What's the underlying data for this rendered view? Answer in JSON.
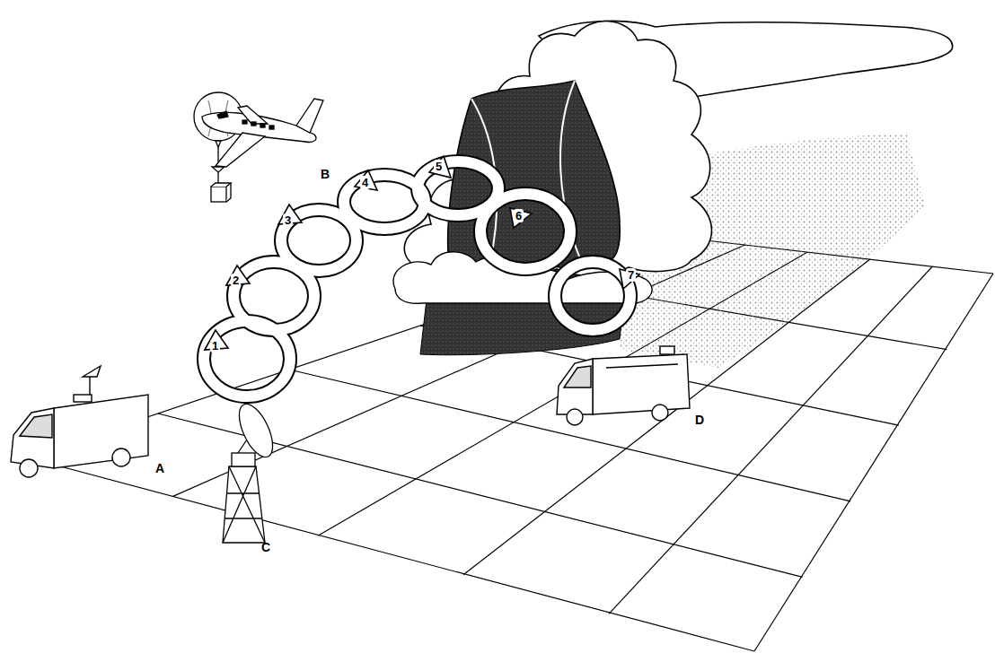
{
  "diagram": {
    "labels": [
      "1",
      "2",
      "3",
      "4",
      "5",
      "6",
      "7",
      "A",
      "B",
      "C",
      "D"
    ]
  }
}
